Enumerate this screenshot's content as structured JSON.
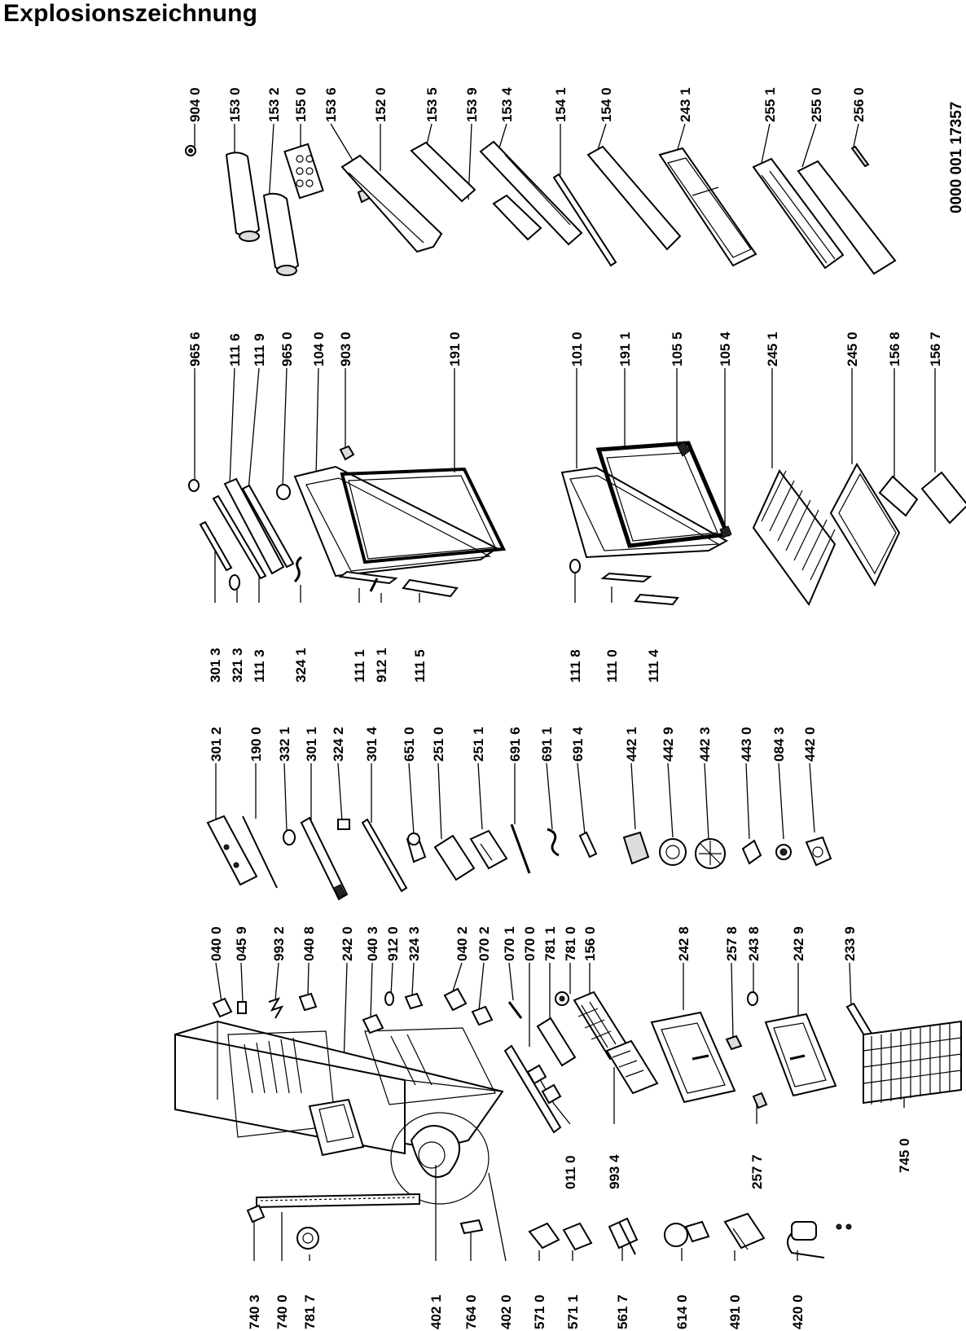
{
  "title": "Explosionszeichnung",
  "document_number": "0000 001 17357",
  "parts": [
    {
      "label": "904 0"
    },
    {
      "label": "153 0"
    },
    {
      "label": "153 2"
    },
    {
      "label": "155 0"
    },
    {
      "label": "153 6"
    },
    {
      "label": "152 0"
    },
    {
      "label": "153 5"
    },
    {
      "label": "153 9"
    },
    {
      "label": "153 4"
    },
    {
      "label": "154 1"
    },
    {
      "label": "154 0"
    },
    {
      "label": "243 1"
    },
    {
      "label": "255 1"
    },
    {
      "label": "255 0"
    },
    {
      "label": "256 0"
    },
    {
      "label": "965 6"
    },
    {
      "label": "111 6"
    },
    {
      "label": "111 9"
    },
    {
      "label": "965 0"
    },
    {
      "label": "104 0"
    },
    {
      "label": "903 0"
    },
    {
      "label": "191 0"
    },
    {
      "label": "101 0"
    },
    {
      "label": "191 1"
    },
    {
      "label": "105 5"
    },
    {
      "label": "105 4"
    },
    {
      "label": "245 1"
    },
    {
      "label": "245 0"
    },
    {
      "label": "156 8"
    },
    {
      "label": "156 7"
    },
    {
      "label": "301 3"
    },
    {
      "label": "321 3"
    },
    {
      "label": "111 3"
    },
    {
      "label": "324 1"
    },
    {
      "label": "111 1"
    },
    {
      "label": "912 1"
    },
    {
      "label": "111 5"
    },
    {
      "label": "111 8"
    },
    {
      "label": "111 0"
    },
    {
      "label": "111 4"
    },
    {
      "label": "301 2"
    },
    {
      "label": "190 0"
    },
    {
      "label": "332 1"
    },
    {
      "label": "301 1"
    },
    {
      "label": "324 2"
    },
    {
      "label": "301 4"
    },
    {
      "label": "651 0"
    },
    {
      "label": "251 0"
    },
    {
      "label": "251 1"
    },
    {
      "label": "691 6"
    },
    {
      "label": "691 1"
    },
    {
      "label": "691 4"
    },
    {
      "label": "442 1"
    },
    {
      "label": "442 9"
    },
    {
      "label": "442 3"
    },
    {
      "label": "443 0"
    },
    {
      "label": "084 3"
    },
    {
      "label": "442 0"
    },
    {
      "label": "040 0"
    },
    {
      "label": "045 9"
    },
    {
      "label": "993 2"
    },
    {
      "label": "040 8"
    },
    {
      "label": "242 0"
    },
    {
      "label": "040 3"
    },
    {
      "label": "912 0"
    },
    {
      "label": "324 3"
    },
    {
      "label": "040 2"
    },
    {
      "label": "070 2"
    },
    {
      "label": "070 1"
    },
    {
      "label": "070 0"
    },
    {
      "label": "781 1"
    },
    {
      "label": "781 0"
    },
    {
      "label": "156 0"
    },
    {
      "label": "242 8"
    },
    {
      "label": "257 8"
    },
    {
      "label": "243 8"
    },
    {
      "label": "242 9"
    },
    {
      "label": "233 9"
    },
    {
      "label": "011 0"
    },
    {
      "label": "993 4"
    },
    {
      "label": "257 7"
    },
    {
      "label": "745 0"
    },
    {
      "label": "740 3"
    },
    {
      "label": "740 0"
    },
    {
      "label": "781 7"
    },
    {
      "label": "402 1"
    },
    {
      "label": "764 0"
    },
    {
      "label": "402 0"
    },
    {
      "label": "571 0"
    },
    {
      "label": "571 1"
    },
    {
      "label": "561 7"
    },
    {
      "label": "614 0"
    },
    {
      "label": "491 0"
    },
    {
      "label": "420 0"
    }
  ]
}
